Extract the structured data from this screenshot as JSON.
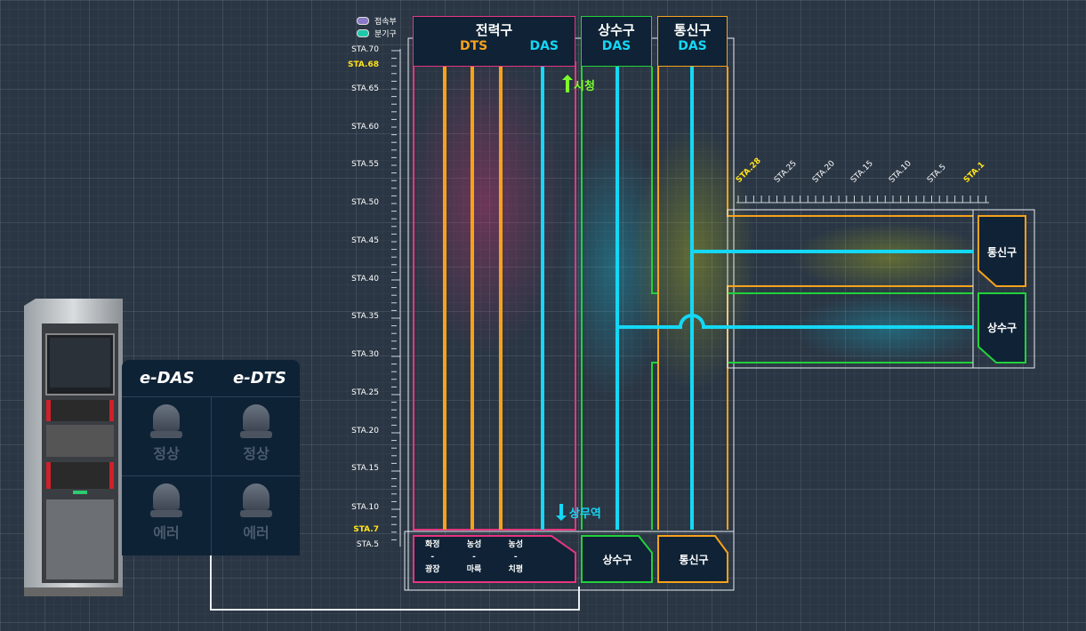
{
  "legend": [
    {
      "label": "접속부",
      "color": "#8a7ac8"
    },
    {
      "label": "분기구",
      "color": "#1ec8a8"
    }
  ],
  "stations_y": [
    "STA.70",
    "STA.68",
    "STA.65",
    "STA.60",
    "STA.55",
    "STA.50",
    "STA.45",
    "STA.40",
    "STA.35",
    "STA.30",
    "STA.25",
    "STA.20",
    "STA.15",
    "STA.10",
    "STA.7",
    "STA.5"
  ],
  "stations_highlighted": [
    "STA.68",
    "STA.7"
  ],
  "headers": {
    "power": {
      "title": "전력구",
      "dts": "DTS",
      "das": "DAS"
    },
    "water": {
      "title": "상수구",
      "das": "DAS"
    },
    "telecom": {
      "title": "통신구",
      "das": "DAS"
    }
  },
  "direction": {
    "up": "시청",
    "down": "상무역"
  },
  "bottom": {
    "power_sections": [
      {
        "top": "화정",
        "mid": "-",
        "bottom": "광장"
      },
      {
        "top": "농성",
        "mid": "-",
        "bottom": "마륵"
      },
      {
        "top": "농성",
        "mid": "-",
        "bottom": "치평"
      }
    ],
    "water": "상수구",
    "telecom": "통신구"
  },
  "branch": {
    "stations_x": [
      "STA.28",
      "STA.25",
      "STA.20",
      "STA.15",
      "STA.10",
      "STA.5",
      "STA.1"
    ],
    "highlighted": [
      "STA.28",
      "STA.1"
    ],
    "telecom": "통신구",
    "water": "상수구"
  },
  "equipment": {
    "headers": [
      "e-DAS",
      "e-DTS"
    ],
    "status": [
      [
        "정상",
        "정상"
      ],
      [
        "에러",
        "에러"
      ]
    ]
  },
  "colors": {
    "power": "#e6357e",
    "dts": "#f7a21b",
    "das": "#14d8f5",
    "water": "#22d13a",
    "telecom": "#f7a21b",
    "highlight": "#ffe21a"
  }
}
